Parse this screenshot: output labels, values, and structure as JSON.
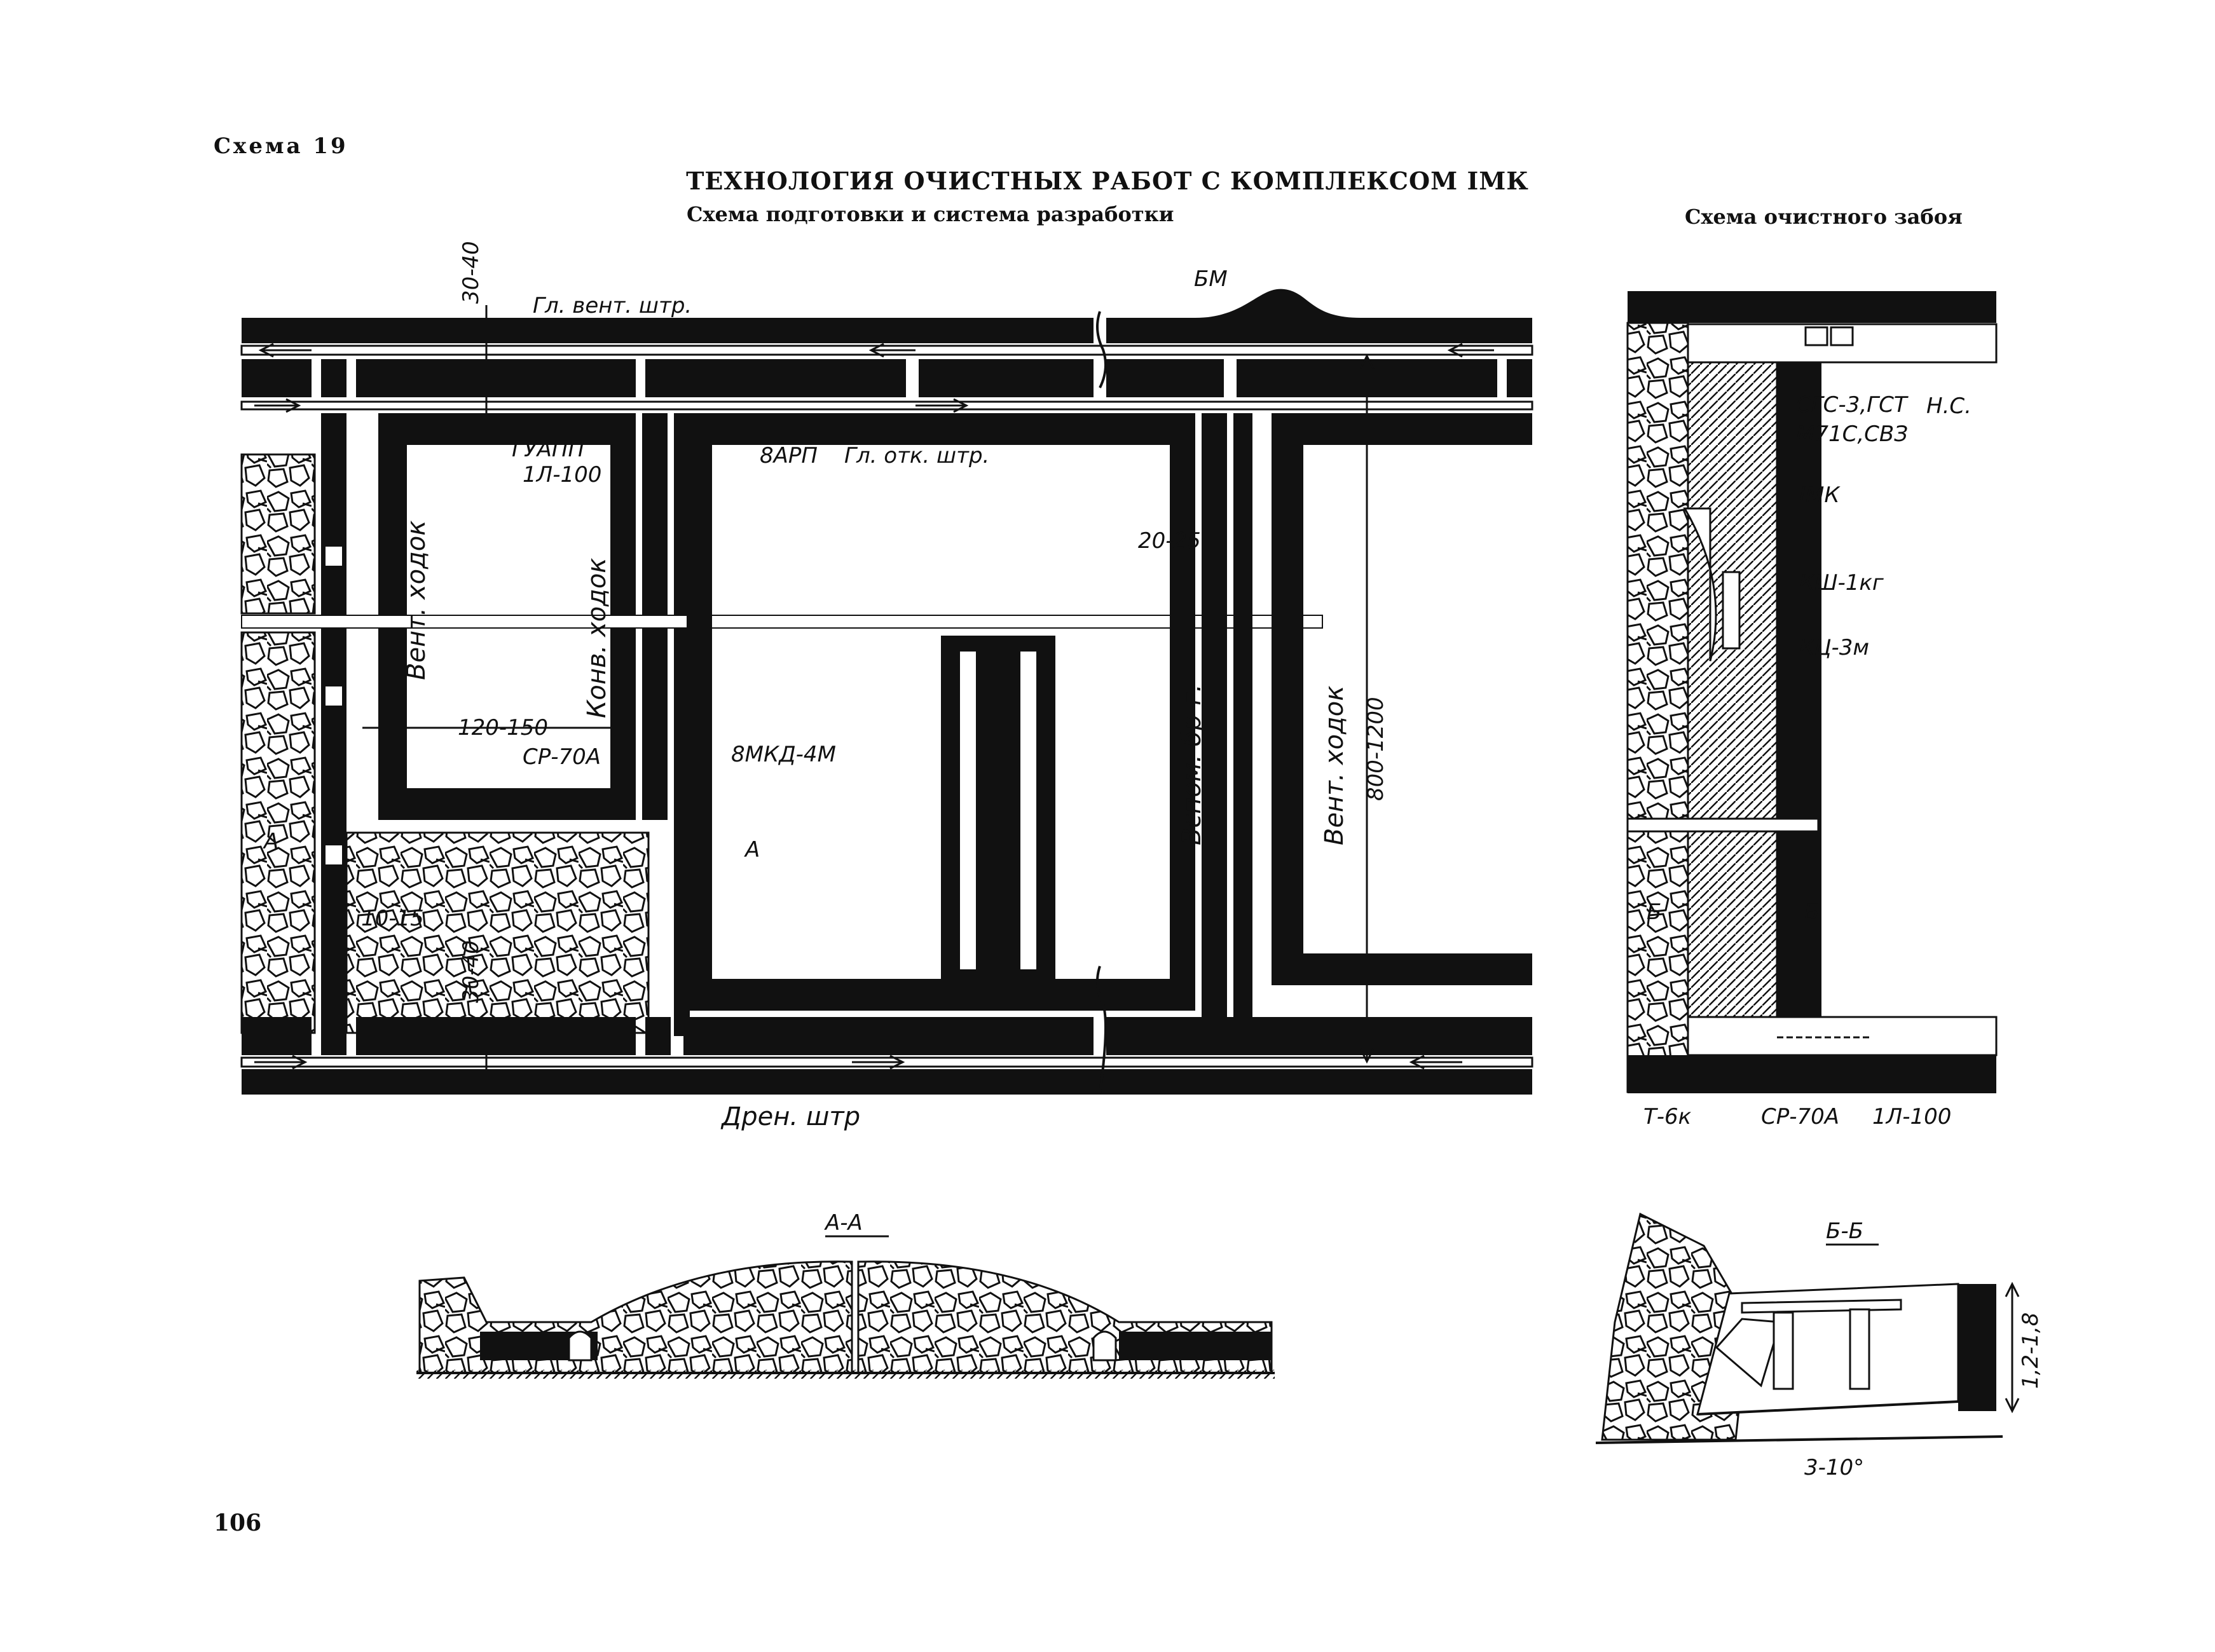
{
  "header": {
    "scheme_label": "Схема 19",
    "title": "ТЕХНОЛОГИЯ ОЧИСТНЫХ РАБОТ С КОМПЛЕКСОМ IМК",
    "subtitle_left": "Схема подготовки и система разработки",
    "subtitle_right": "Схема очистного забоя"
  },
  "page_number": "106",
  "plan": {
    "labels": {
      "dim_top": "30-40",
      "main_vent_drift": "Гл. вент. штр.",
      "bm": "БМ",
      "guapp": "ГУАПП",
      "l100": "1Л-100",
      "arp": "8АРП",
      "main_haul_drift": "Гл. отк. штр.",
      "vent_passage_left": "Вент. ходок",
      "conv_passage": "Конв. ходок",
      "dim_width": "120-150",
      "sr70a": "СР-70А",
      "mkd": "8МКД-4М",
      "dim_pillar": "20-25",
      "aux_incline": "Вспом. бр-г.",
      "vent_passage_right": "Вент. ходок",
      "dim_length": "800-1200",
      "section_a": "А",
      "dim_bottom_a": "10-15",
      "dim_bottom_b": "30-40",
      "drain_drift": "Дрен. штр"
    }
  },
  "face": {
    "labels": {
      "sgs": "СГС-3,ГСТ",
      "m71": "М71С,СВЗ",
      "ns": "Н.С.",
      "imk": "IМК",
      "ksh": "КШ-1кг",
      "kts": "КЦ-3м",
      "section_b": "Б",
      "t6k": "Т-6к",
      "sr70a": "СР-70А",
      "l100": "1Л-100"
    }
  },
  "section_aa": {
    "title": "А-А"
  },
  "section_bb": {
    "title": "Б-Б",
    "height_dim": "1,2-1,8",
    "angle": "3-10°"
  }
}
